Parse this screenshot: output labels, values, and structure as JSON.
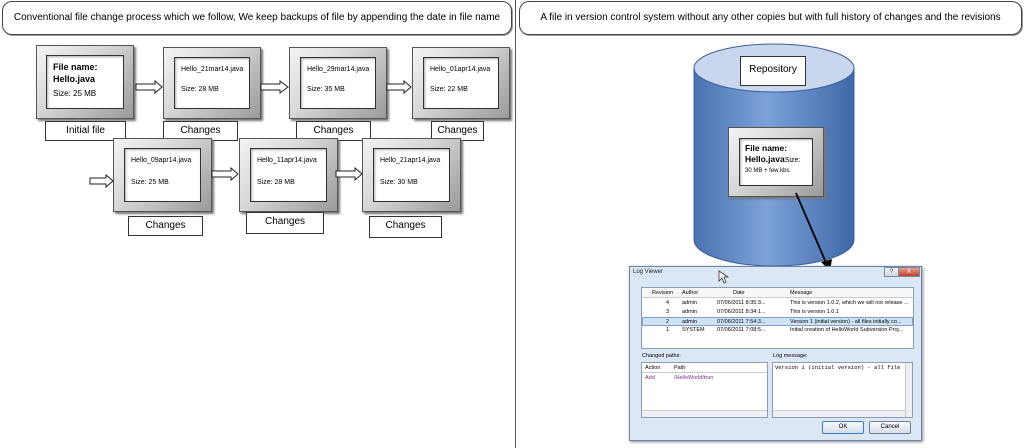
{
  "left": {
    "banner": "Conventional file change process which we follow, We keep backups of file by appending the date in file name",
    "initial_file": {
      "name_label": "File name:",
      "name": "Hello.java",
      "size": "Size: 25 MB",
      "caption": "Initial file"
    },
    "row1": [
      {
        "name": "Hello_21mar14.java",
        "size": "Size: 28 MB",
        "caption": "Changes"
      },
      {
        "name": "Hello_29mar14.java",
        "size": "Size: 35 MB",
        "caption": "Changes"
      },
      {
        "name": "Hello_01apr14.java",
        "size": "Size: 22 MB",
        "caption": "Changes"
      }
    ],
    "row2": [
      {
        "name": "Hello_09apr14.java",
        "size": "Size: 25 MB",
        "caption": "Changes"
      },
      {
        "name": "Hello_11apr14.java",
        "size": "Size: 28 MB",
        "caption": "Changes"
      },
      {
        "name": "Hello_21apr14.java",
        "size": "Size: 30 MB",
        "caption": "Changes"
      }
    ]
  },
  "right": {
    "banner": "A file in version control system without any other copies but with full history of changes and the revisions",
    "repository_label": "Repository",
    "repo_file": {
      "name_label": "File name:",
      "name": "Hello.java",
      "size_label": "Size:",
      "size": "30 MB + few kbs"
    },
    "log_viewer": {
      "title": "Log Viewer",
      "columns": [
        "Revision",
        "Author",
        "Date",
        "Message"
      ],
      "rows": [
        {
          "revision": "4",
          "author": "admin",
          "date": "07/06/2011 8:35:3...",
          "message": "This is version 1.0.2, which we will not release ..."
        },
        {
          "revision": "3",
          "author": "admin",
          "date": "07/06/2011 8:34:1...",
          "message": "This is version 1.0.1"
        },
        {
          "revision": "2",
          "author": "admin",
          "date": "07/06/2011 7:54:3...",
          "message": "Version 1 (initial version) - all files initially co..."
        },
        {
          "revision": "1",
          "author": "SYSTEM",
          "date": "07/06/2011 7:08:5...",
          "message": "Initial creation of HelloWorld Subversion Proj..."
        }
      ],
      "selected_row": 2,
      "changed_paths_label": "Changed paths:",
      "path_columns": [
        "Action",
        "Path"
      ],
      "paths": [
        {
          "action": "Add",
          "path": "/HelloWorld/trun"
        }
      ],
      "log_message_label": "Log message:",
      "log_message": "Version 1 (initial version) - all file",
      "ok_label": "OK",
      "cancel_label": "Cancel",
      "title_buttons": [
        "?",
        "X"
      ]
    }
  },
  "colors": {
    "cylinder": "#6d93cc",
    "cylinder_top": "#c8d6ee",
    "accent_purple": "#7a2e8e",
    "selected": "#cfe3f8"
  }
}
